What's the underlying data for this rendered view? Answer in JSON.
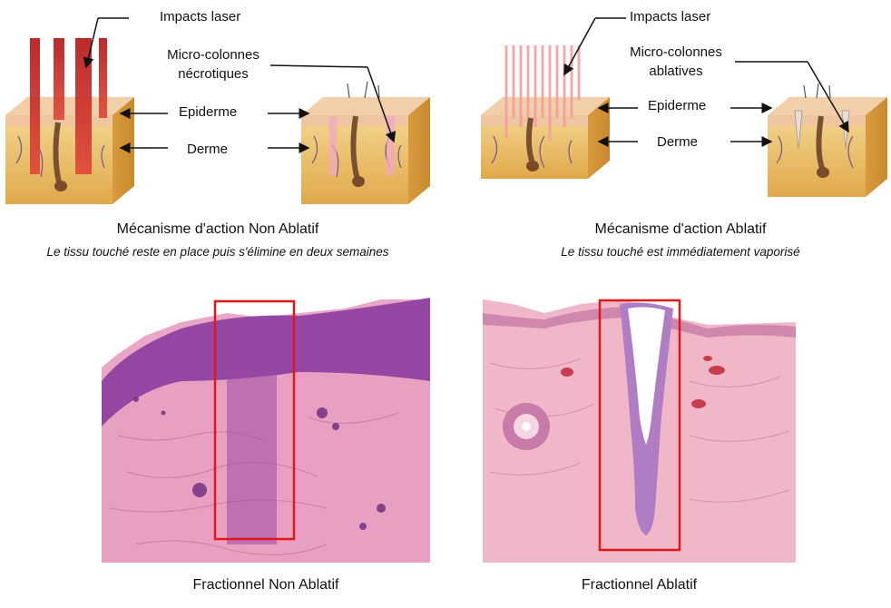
{
  "left_panel": {
    "label_impacts": "Impacts laser",
    "label_micro_line1": "Micro-colonnes",
    "label_micro_line2": "nécrotiques",
    "label_epiderme": "Epiderme",
    "label_derme": "Derme",
    "title": "Mécanisme d'action Non Ablatif",
    "subtitle": "Le tissu touché reste en place puis s'élimine en deux semaines"
  },
  "right_panel": {
    "label_impacts": "Impacts laser",
    "label_micro_line1": "Micro-colonnes",
    "label_micro_line2": "ablatives",
    "label_epiderme": "Epiderme",
    "label_derme": "Derme",
    "title": "Mécanisme d'action Ablatif",
    "subtitle": "Le tissu touché est immédiatement vaporisé"
  },
  "histology": {
    "left_caption": "Fractionnel Non Ablatif",
    "right_caption": "Fractionnel Ablatif"
  },
  "colors": {
    "laser_red": "#cc2222",
    "laser_pink": "#f2a3a3",
    "highlight_box": "#e01818",
    "skin_epidermis": "#f0cfa0",
    "skin_dermis": "#e8c066",
    "histo_pink": "#e9a9c7",
    "histo_purple": "#8a3d9c"
  }
}
